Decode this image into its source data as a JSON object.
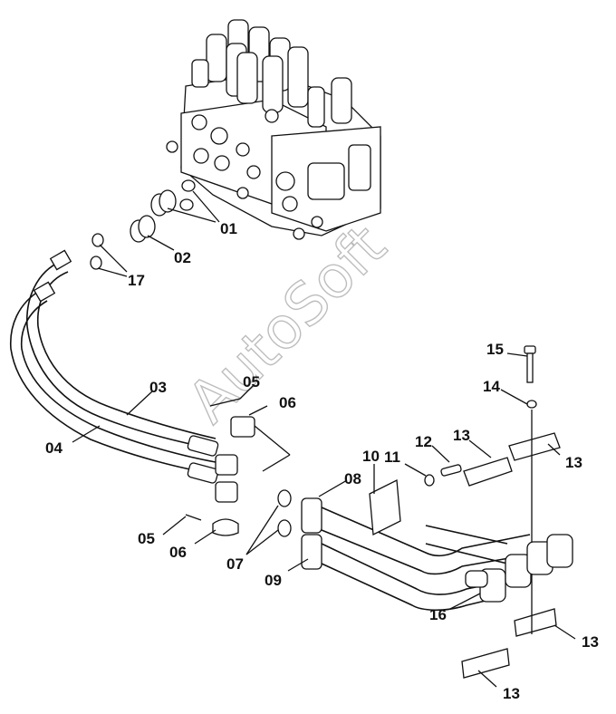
{
  "watermark": "AutoSoft",
  "labels": {
    "l01": "01",
    "l02": "02",
    "l03": "03",
    "l04": "04",
    "l05a": "05",
    "l06a": "06",
    "l05b": "05",
    "l06b": "06",
    "l07": "07",
    "l08": "08",
    "l09": "09",
    "l10": "10",
    "l11": "11",
    "l12": "12",
    "l13a": "13",
    "l13b": "13",
    "l13c": "13",
    "l13d": "13",
    "l14": "14",
    "l15": "15",
    "l16": "16",
    "l17": "17"
  },
  "colors": {
    "line": "#111111",
    "watermark": "#bdbdbd",
    "background": "#ffffff"
  }
}
